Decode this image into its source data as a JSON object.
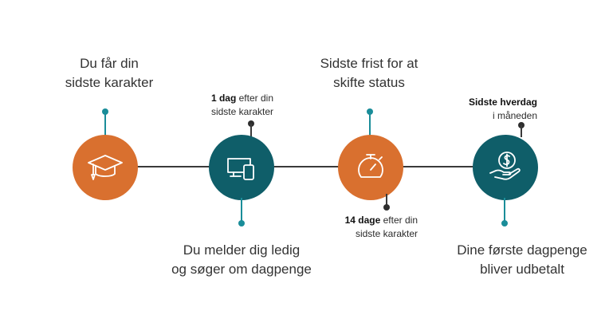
{
  "steps": [
    {
      "main_line1": "Du får din",
      "main_line2": "sidste karakter",
      "icon": "graduation-cap-icon",
      "color": "#d9702f"
    },
    {
      "main_line1": "Du melder dig ledig",
      "main_line2": "og søger om dagpenge",
      "note_bold": "1 dag",
      "note_rest": " efter din",
      "note_line2": "sidste karakter",
      "icon": "devices-icon",
      "color": "#0f5e69"
    },
    {
      "main_line1": "Sidste frist for at",
      "main_line2": "skifte status",
      "note_bold": "14 dage",
      "note_rest": " efter din",
      "note_line2": "sidste karakter",
      "icon": "stopwatch-icon",
      "color": "#d9702f"
    },
    {
      "main_line1": "Dine første dagpenge",
      "main_line2": "bliver udbetalt",
      "note_bold": "Sidste hverdag",
      "note_rest": "",
      "note_line2": "i måneden",
      "icon": "hand-coin-icon",
      "color": "#0f5e69"
    }
  ],
  "colors": {
    "orange": "#d9702f",
    "teal": "#0f5e69",
    "accent_teal": "#1a8d99",
    "line": "#3a3a3a"
  }
}
